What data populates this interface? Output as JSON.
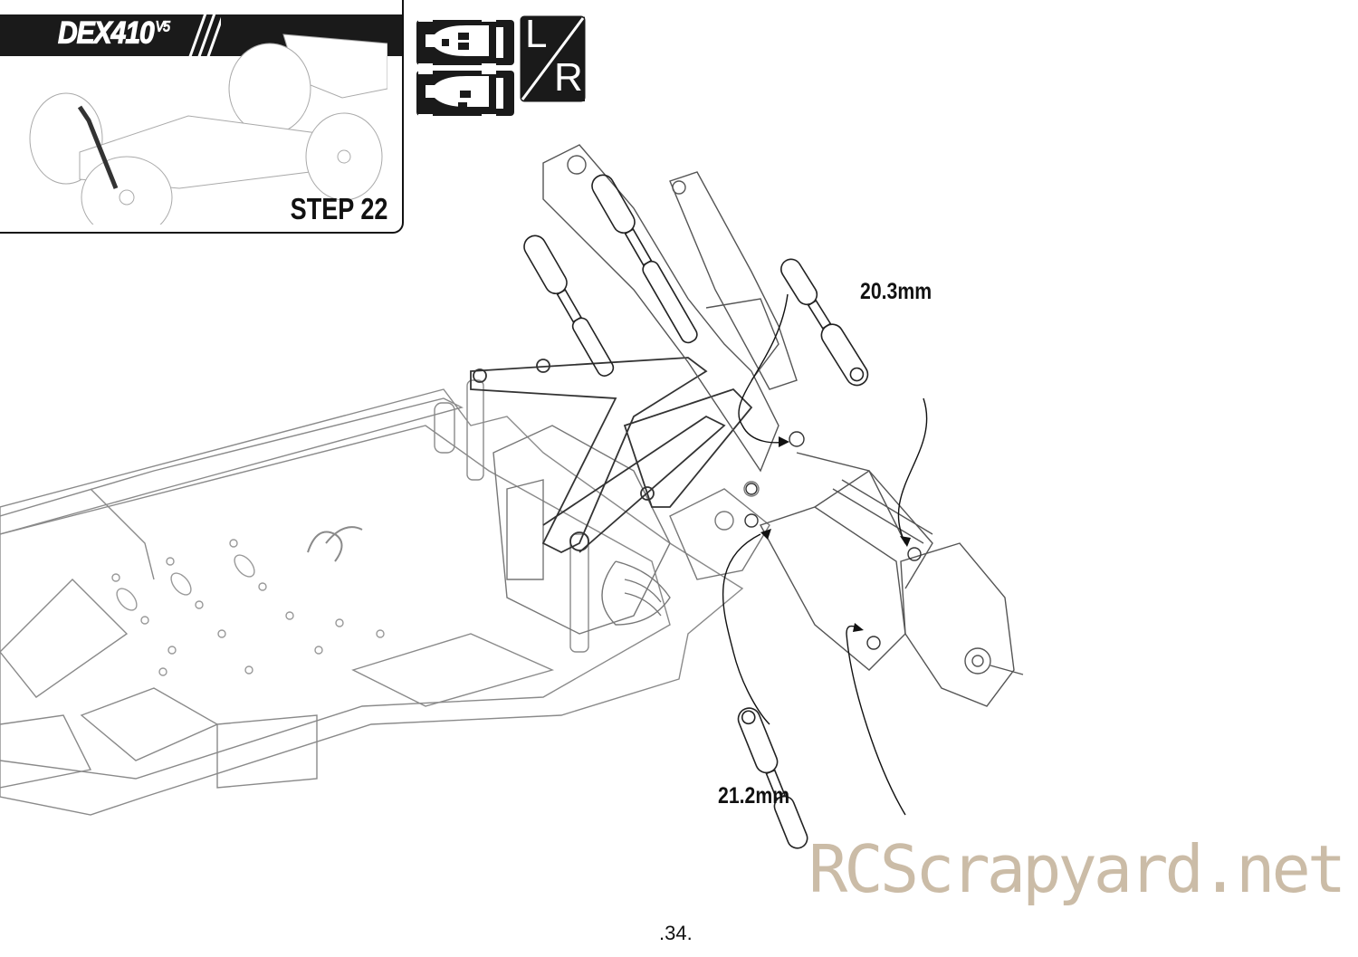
{
  "header": {
    "logo_text": "DEX410",
    "logo_version": "V5",
    "step_label": "STEP 22"
  },
  "side_indicator": {
    "left_letter": "L",
    "right_letter": "R"
  },
  "dimensions": {
    "upper_link_length": "20.3mm",
    "lower_link_length": "21.2mm"
  },
  "watermark": "RCScrapyard.net",
  "page_number": ".34."
}
